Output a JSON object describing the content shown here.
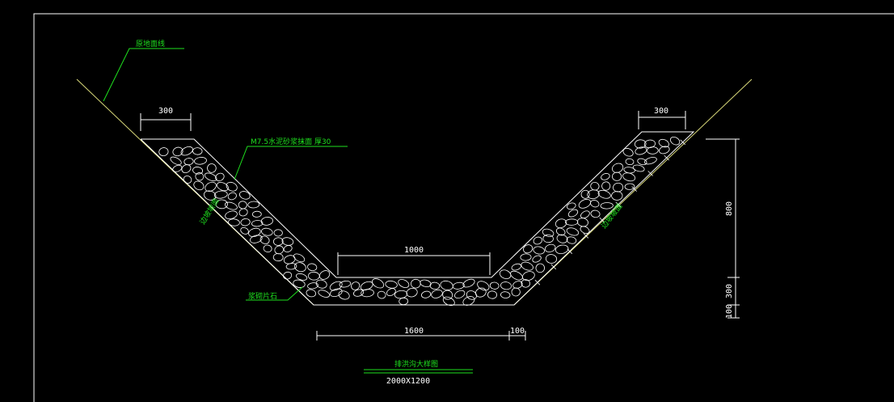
{
  "labels": {
    "original_slope": "原地面线",
    "mortar_plaster": "M7.5水泥砂浆抹面 厚30",
    "slope_left": "边坡坡面",
    "slope_right": "边坡坡面",
    "rubble": "浆砌片石",
    "title": "排洪沟大样图",
    "subtitle": "2000X1200"
  },
  "dimensions": {
    "top_left_width": "300",
    "top_right_width": "300",
    "inner_bottom": "1000",
    "outer_bottom": "1600",
    "toe": "100",
    "height_upper": "800",
    "height_lower": "300",
    "height_base": "100"
  },
  "colors": {
    "background": "#000000",
    "line": "#ffffff",
    "annotation": "#1ee01e",
    "slope_line": "#d9d97a"
  }
}
